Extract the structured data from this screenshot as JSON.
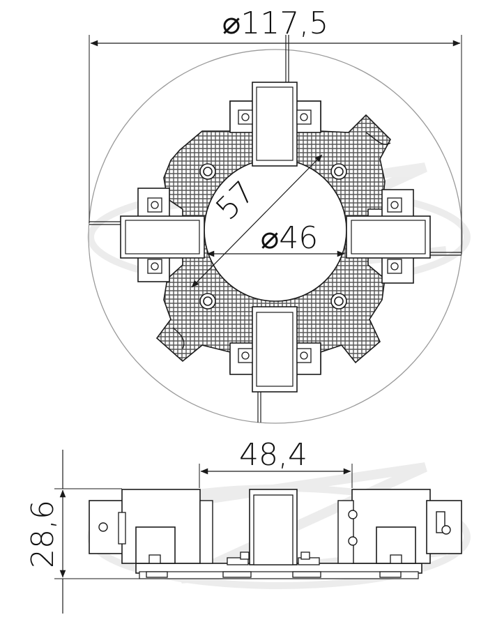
{
  "drawing": {
    "top_view": {
      "overall_diameter_label": "⌀117,5",
      "inner_diameter_label": "⌀46",
      "diagonal_label": "57"
    },
    "side_view": {
      "width_label": "48,4",
      "height_label": "28,6"
    },
    "colors": {
      "line": "#1a1a1a",
      "hatch": "#555555",
      "outline_circle": "#9a9a9a",
      "watermark": "#e6e6e6",
      "background": "#ffffff"
    }
  }
}
